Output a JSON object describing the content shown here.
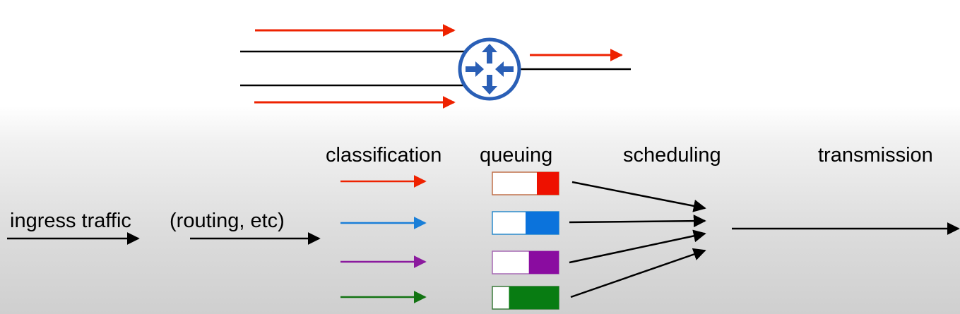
{
  "stages": {
    "classification": "classification",
    "queuing": "queuing",
    "scheduling": "scheduling",
    "transmission": "transmission"
  },
  "inputs": {
    "ingress": "ingress traffic",
    "routing": "(routing, etc)"
  },
  "colors": {
    "flow_top": "#ee2200",
    "line": "#000000",
    "router_ring": "#2a5fb6",
    "router_fill": "#ffffff",
    "class_red": "#ee2200",
    "class_blue": "#1a7fd8",
    "class_purple": "#8b1a9e",
    "class_green": "#127312"
  },
  "queues": [
    {
      "name": "red-queue",
      "color": "#ee1100",
      "outline": "#c0704a",
      "fill_fraction": 0.33
    },
    {
      "name": "blue-queue",
      "color": "#0b73dc",
      "outline": "#2a8acb",
      "fill_fraction": 0.5
    },
    {
      "name": "purple-queue",
      "color": "#8a0ca0",
      "outline": "#a668b4",
      "fill_fraction": 0.45
    },
    {
      "name": "green-queue",
      "color": "#087c12",
      "outline": "#3a7a3a",
      "fill_fraction": 0.75
    }
  ],
  "icons": {
    "router": "router-icon"
  }
}
